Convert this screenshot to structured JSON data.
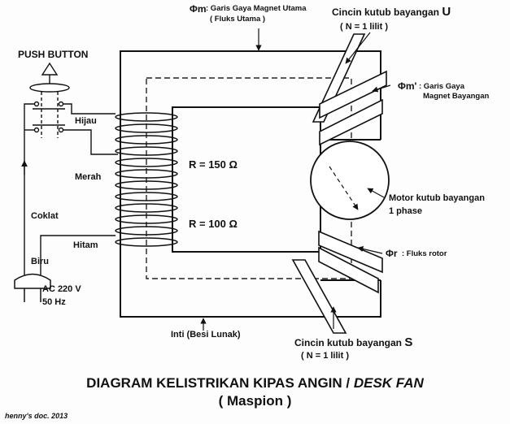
{
  "labels": {
    "phi_m": "Φm",
    "phi_m_desc": ": Garis Gaya Magnet Utama",
    "phi_m_desc2": "( Fluks Utama )",
    "ring_u": "Cincin kutub bayangan",
    "ring_u_letter": "U",
    "ring_u_turns": "( N = 1 lilit )",
    "push_button": "PUSH BUTTON",
    "phi_m_prime": "Φm'",
    "phi_m_prime_desc": ": Garis Gaya",
    "phi_m_prime_desc2": "Magnet Bayangan",
    "hijau": "Hijau",
    "merah": "Merah",
    "coklat": "Coklat",
    "hitam": "Hitam",
    "biru": "Biru",
    "r150": "R = 150 Ω",
    "r100": "R = 100 Ω",
    "motor": "Motor kutub bayangan",
    "motor2": "1 phase",
    "phi_r": "Φr",
    "phi_r_desc": ": Fluks rotor",
    "ac": "AC 220 V",
    "hz": "50 Hz",
    "core": "Inti (Besi Lunak)",
    "ring_s": "Cincin kutub bayangan",
    "ring_s_letter": "S",
    "ring_s_turns": "( N = 1 lilit )",
    "title_line1_a": "DIAGRAM KELISTRIKAN KIPAS ANGIN / ",
    "title_line1_b": "DESK FAN",
    "title_line2": "( Maspion )",
    "credit": "henny's doc. 2013"
  }
}
